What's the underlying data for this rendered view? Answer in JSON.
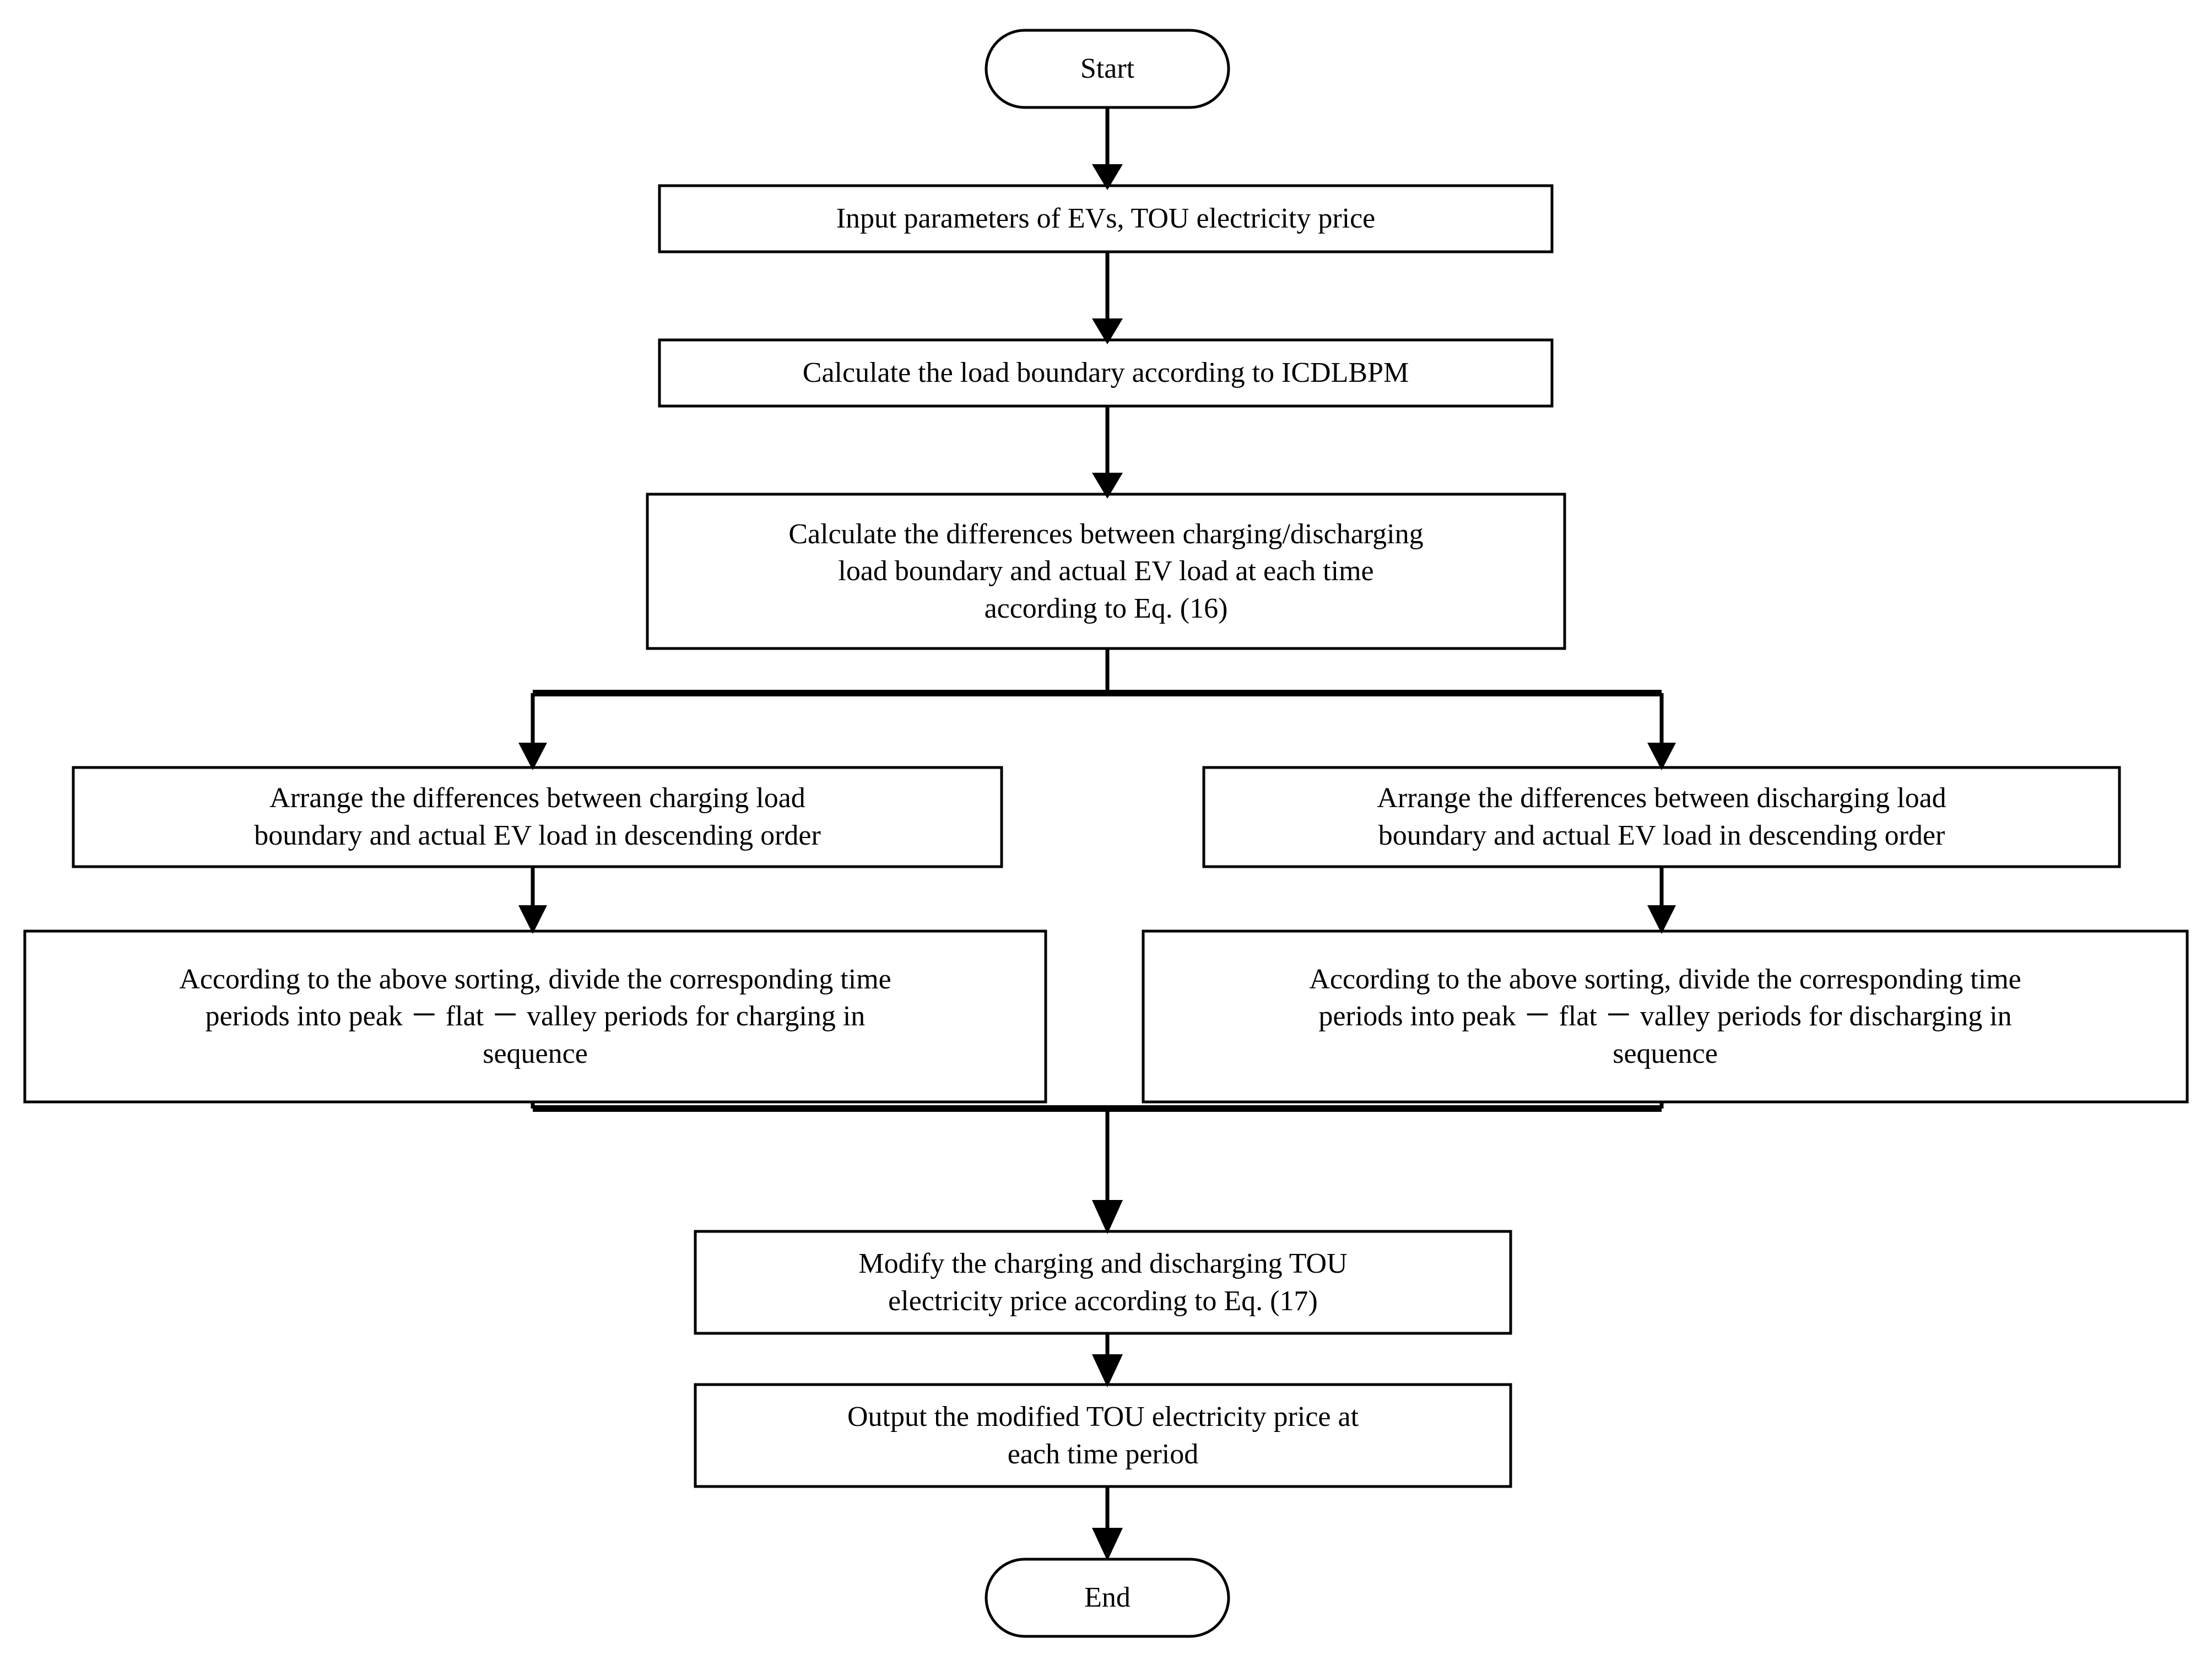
{
  "diagram": {
    "title": "TOU electricity price modification flowchart",
    "background_color": "#ffffff",
    "line_color": "#000000",
    "text_color": "#000000",
    "nodes": [
      {
        "id": "start",
        "shape": "stadium",
        "label": "Start"
      },
      {
        "id": "input",
        "shape": "rectangle",
        "label": "Input parameters of EVs, TOU electricity price"
      },
      {
        "id": "calc_bound",
        "shape": "rectangle",
        "label": "Calculate the load boundary according to ICDLBPM"
      },
      {
        "id": "calc_diff",
        "shape": "rectangle",
        "label": "Calculate the differences between charging/discharging\nload boundary and actual EV load at each time\naccording to  Eq. (16)"
      },
      {
        "id": "arrange_chg",
        "shape": "rectangle",
        "label": "Arrange the differences between charging load\nboundary and actual EV load in descending order"
      },
      {
        "id": "arrange_dis",
        "shape": "rectangle",
        "label": "Arrange the differences between discharging load\nboundary and actual EV load in descending order"
      },
      {
        "id": "divide_chg",
        "shape": "rectangle",
        "label": "According to the above sorting, divide the corresponding time\nperiods into peak － flat － valley periods for charging in\nsequence"
      },
      {
        "id": "divide_dis",
        "shape": "rectangle",
        "label": "According to the above sorting, divide the corresponding time\nperiods into peak － flat － valley periods for discharging in\nsequence"
      },
      {
        "id": "modify",
        "shape": "rectangle",
        "label": "Modify the charging and discharging TOU\nelectricity price according to Eq. (17)"
      },
      {
        "id": "output",
        "shape": "rectangle",
        "label": "Output the modified TOU electricity price at\neach time period"
      },
      {
        "id": "end",
        "shape": "stadium",
        "label": "End"
      }
    ],
    "edges": [
      {
        "from": "start",
        "to": "input",
        "type": "straight-down"
      },
      {
        "from": "input",
        "to": "calc_bound",
        "type": "straight-down"
      },
      {
        "from": "calc_bound",
        "to": "calc_diff",
        "type": "straight-down"
      },
      {
        "from": "calc_diff",
        "to": "arrange_chg",
        "type": "split-left"
      },
      {
        "from": "calc_diff",
        "to": "arrange_dis",
        "type": "split-right"
      },
      {
        "from": "arrange_chg",
        "to": "divide_chg",
        "type": "straight-down"
      },
      {
        "from": "arrange_dis",
        "to": "divide_dis",
        "type": "straight-down"
      },
      {
        "from": "divide_chg",
        "to": "modify",
        "type": "merge-left"
      },
      {
        "from": "divide_dis",
        "to": "modify",
        "type": "merge-right"
      },
      {
        "from": "modify",
        "to": "output",
        "type": "straight-down"
      },
      {
        "from": "output",
        "to": "end",
        "type": "straight-down"
      }
    ]
  }
}
